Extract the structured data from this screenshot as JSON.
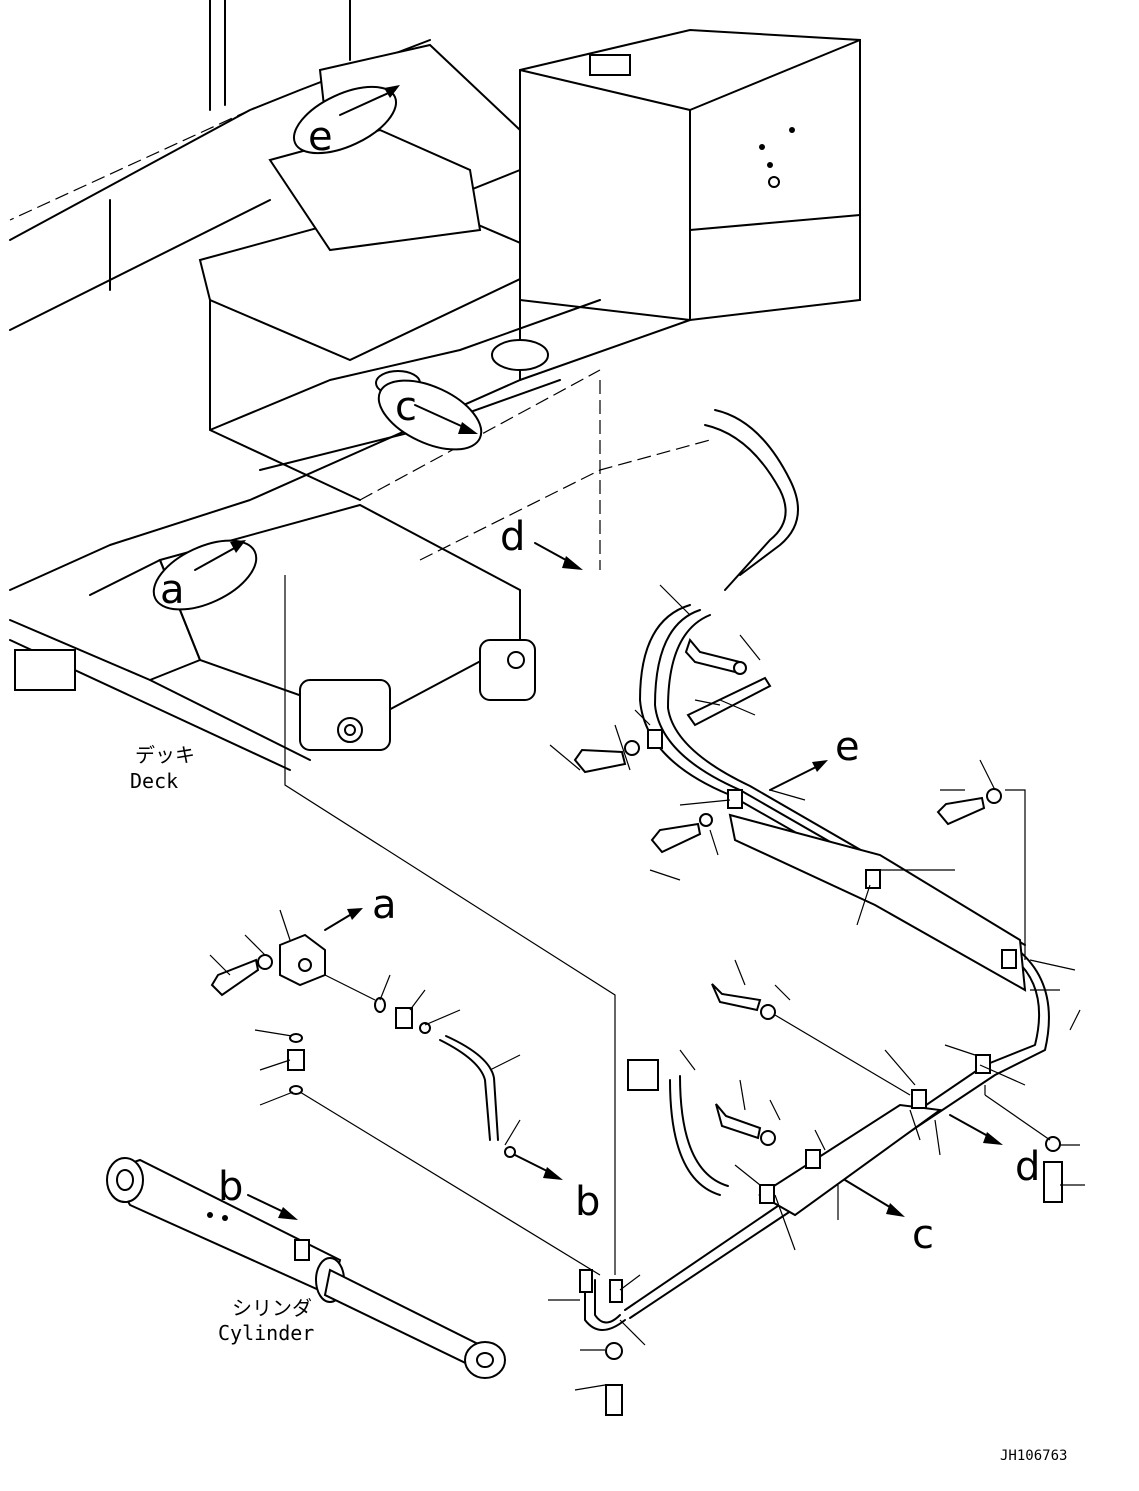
{
  "callouts": {
    "a": "a",
    "b": "b",
    "c": "c",
    "d": "d",
    "e": "e"
  },
  "labels": {
    "deck_jp": "デッキ",
    "deck_en": "Deck",
    "cylinder_jp": "シリンダ",
    "cylinder_en": "Cylinder"
  },
  "drawing_code": "JH106763"
}
